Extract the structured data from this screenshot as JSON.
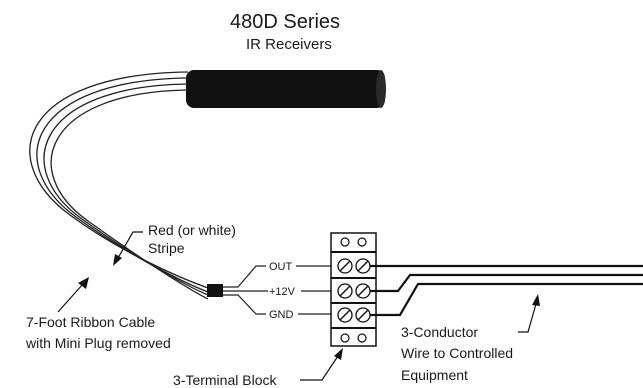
{
  "diagram": {
    "title": "480D Series",
    "subtitle": "IR Receivers",
    "labels": {
      "stripe_line1": "Red (or white)",
      "stripe_line2": "Stripe",
      "cable_line1": "7-Foot Ribbon Cable",
      "cable_line2": "with Mini Plug removed",
      "terminal_block": "3-Terminal Block",
      "conductor_line1": "3-Conductor",
      "conductor_line2": "Wire to Controlled",
      "conductor_line3": "Equipment"
    },
    "pins": [
      {
        "name": "OUT"
      },
      {
        "name": "+12V"
      },
      {
        "name": "GND"
      }
    ]
  }
}
